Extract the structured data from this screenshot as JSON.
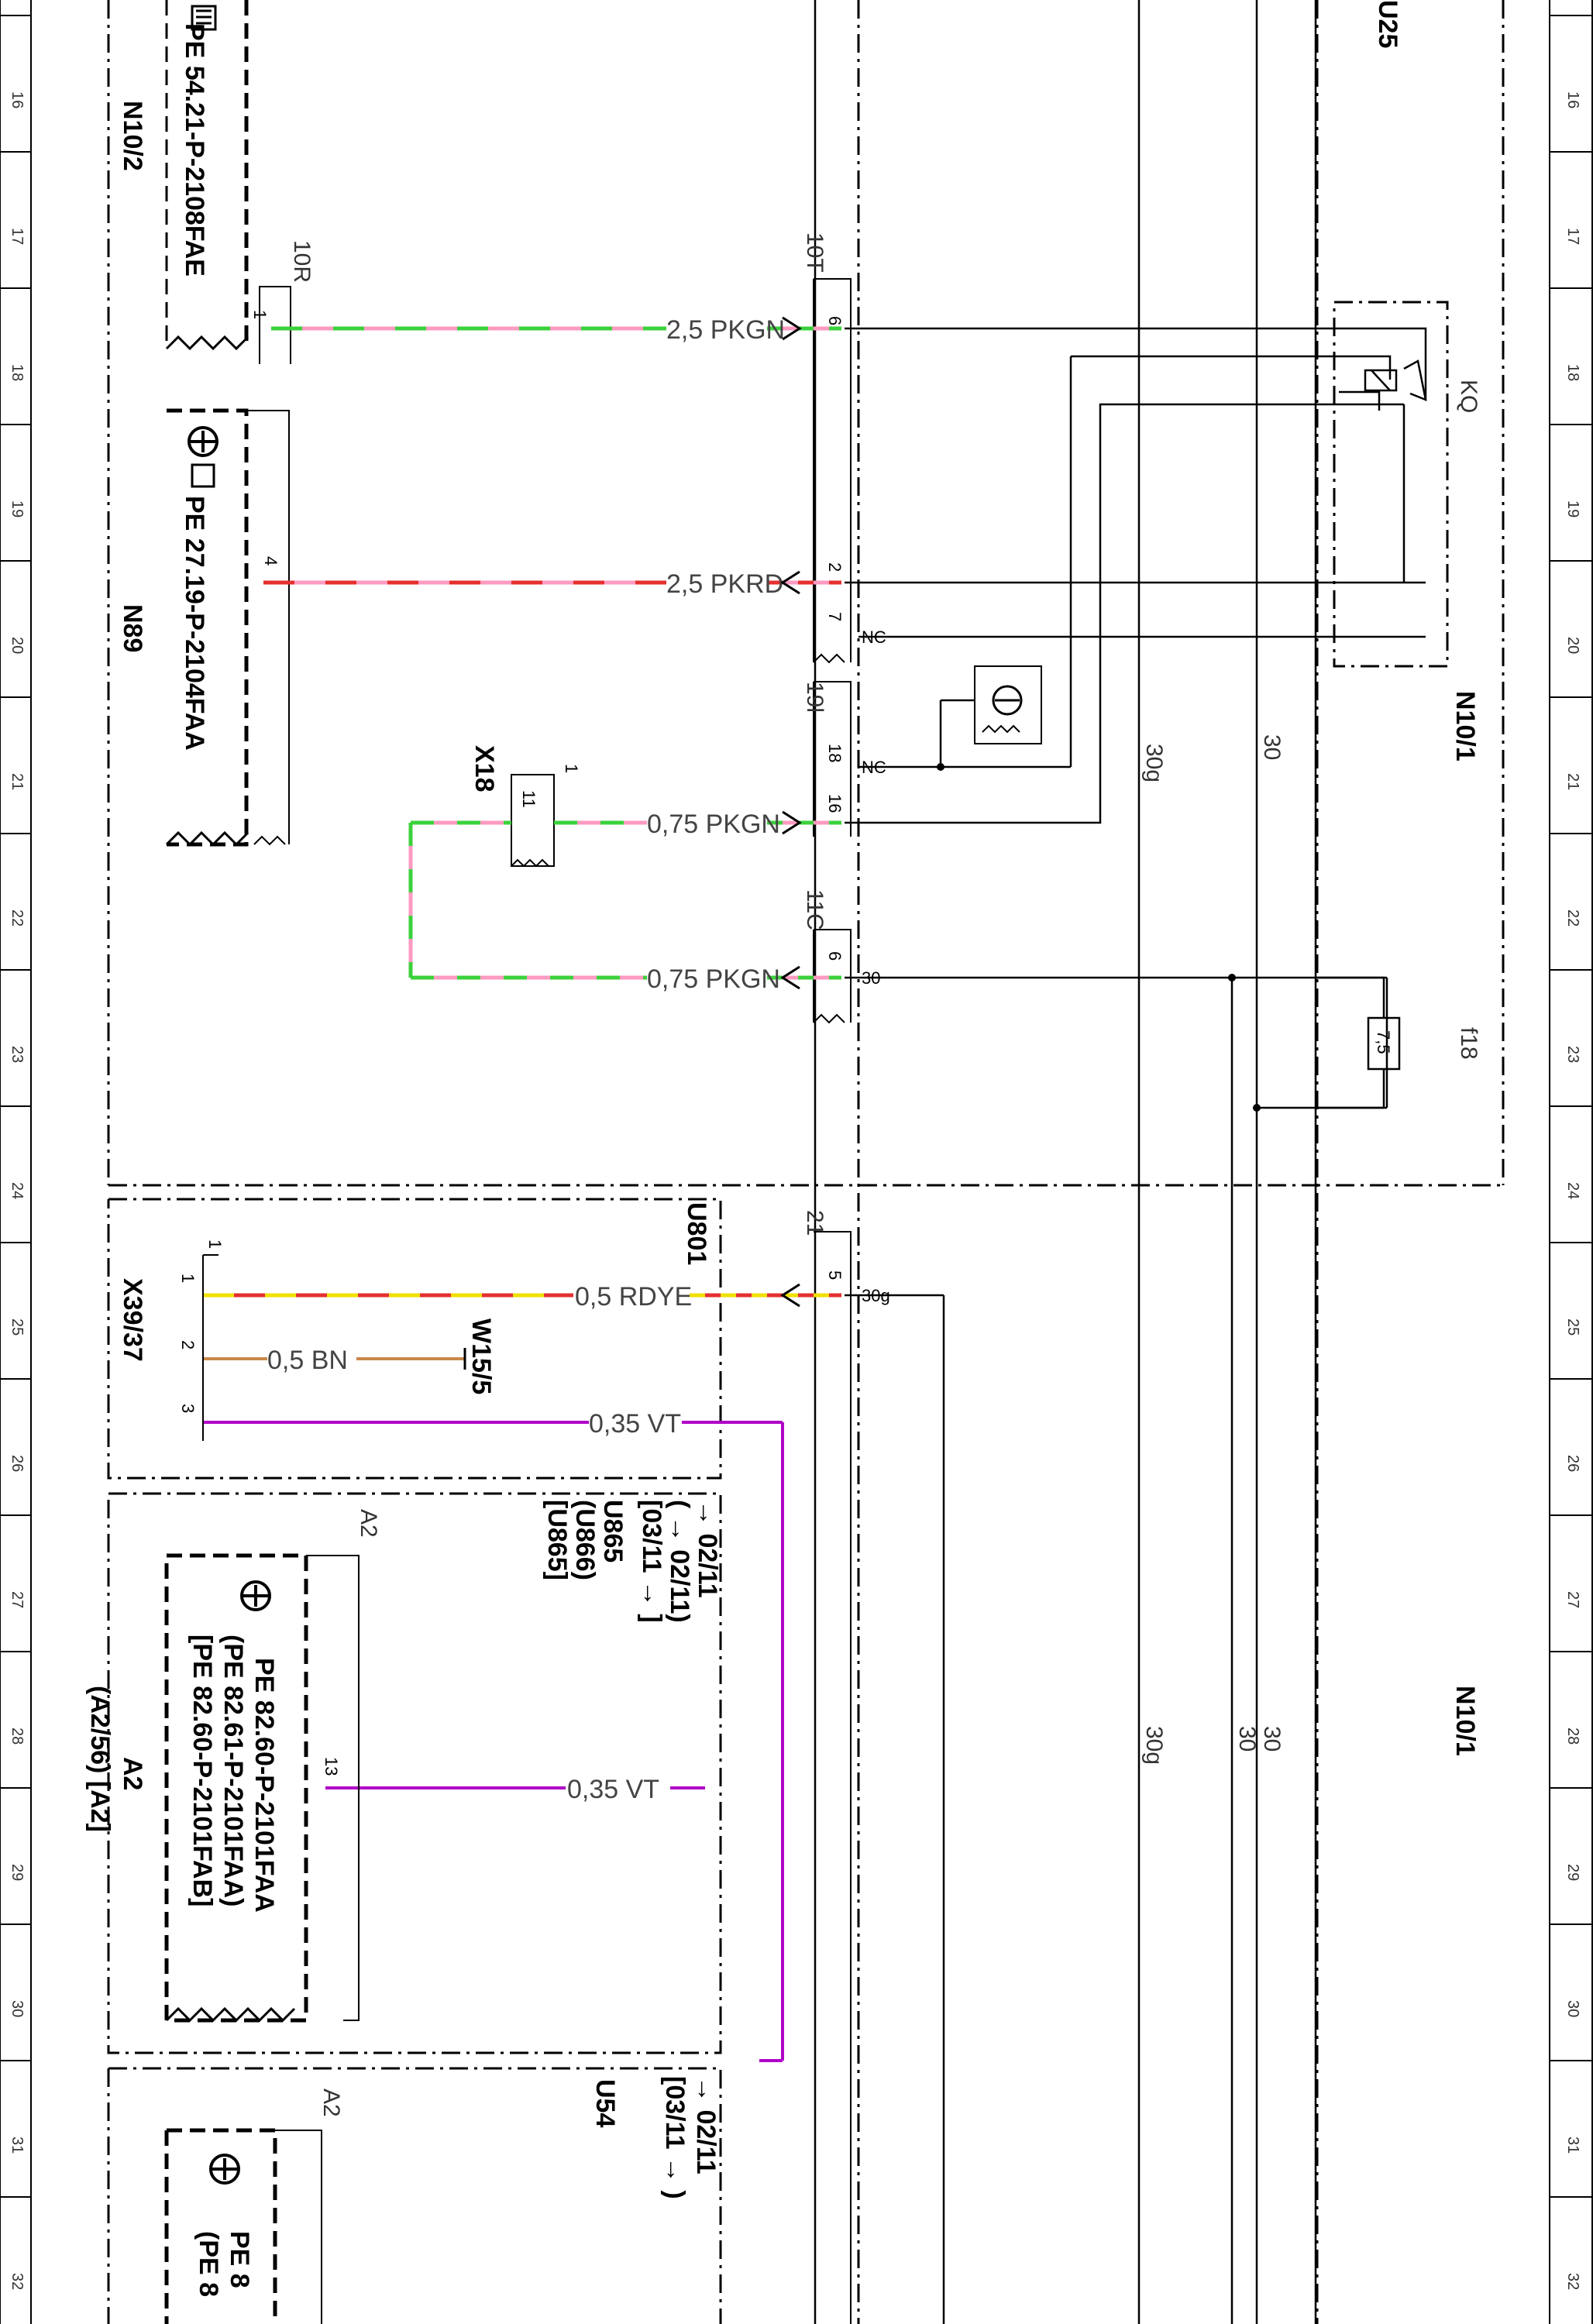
{
  "ruler_numbers": [
    "16",
    "17",
    "18",
    "19",
    "20",
    "21",
    "22",
    "23",
    "24",
    "25",
    "26",
    "27",
    "28",
    "29",
    "30",
    "31",
    "32"
  ],
  "components": {
    "n10_2": {
      "ref": "N10/2",
      "doc": "PE 54.21-P-2108FAE",
      "connector": "10R",
      "pin": "1"
    },
    "n89": {
      "ref": "N89",
      "doc": "PE 27.19-P-2104FAA",
      "pin": "4"
    },
    "x18": {
      "ref": "X18",
      "pin": "11",
      "lead": "1"
    },
    "connector_10t": {
      "ref": "10T",
      "pins": [
        "6",
        "2",
        "7"
      ]
    },
    "connector_19l": {
      "ref": "19l",
      "pins": [
        "18",
        "16"
      ]
    },
    "connector_11c": {
      "ref": "11C",
      "pin": "6"
    },
    "connector_21": {
      "ref": "21",
      "pin": "5"
    },
    "n10_1": {
      "ref": "N10/1",
      "ref_lower": "N10/1",
      "relay": "KQ",
      "fuse": "f18",
      "fuse_rating": "7,5",
      "u25": "U25"
    },
    "u801": {
      "ref": "U801",
      "splice": "X39/37",
      "splice_pins": [
        "1",
        "2",
        "3"
      ],
      "lead": "1",
      "ground": "W15/5"
    },
    "a2": {
      "ref": "A2",
      "ref_alt": "(A2/56) [A2]",
      "lead": "A2",
      "pin": "13",
      "docs": [
        "PE 82.60-P-2101FAA",
        "(PE 82.61-P-2101FAA)",
        "[PE 82.60-P-2101FAB]"
      ],
      "codes": [
        "→ 02/11",
        "( → 02/11)",
        "[03/11 → ]",
        "U865",
        "(U866)",
        "[U865]"
      ]
    },
    "u54": {
      "ref": "U54",
      "lead": "A2",
      "codes": [
        "→ 02/11",
        "[03/11 → )"
      ],
      "docs": [
        "PE 8",
        "(PE 8"
      ]
    }
  },
  "wires": [
    {
      "id": "w1",
      "label": "2,5 PKGN",
      "colors": [
        "#ff9ac0",
        "#3bd13b"
      ]
    },
    {
      "id": "w2",
      "label": "2,5 PKRD",
      "colors": [
        "#ff9ac0",
        "#e53030"
      ]
    },
    {
      "id": "w3",
      "label": "0,75 PKGN",
      "colors": [
        "#ff9ac0",
        "#3bd13b"
      ]
    },
    {
      "id": "w4",
      "label": "0,75 PKGN",
      "colors": [
        "#ff9ac0",
        "#3bd13b"
      ]
    },
    {
      "id": "w5",
      "label": "0,5 RDYE",
      "colors": [
        "#e53030",
        "#f0e000"
      ]
    },
    {
      "id": "w6",
      "label": "0,5 BN",
      "colors": [
        "#c8874a"
      ]
    },
    {
      "id": "w7",
      "label": "0,35 VT",
      "colors": [
        "#b000c8"
      ]
    },
    {
      "id": "w8",
      "label": "0,35 VT",
      "colors": [
        "#b000c8"
      ]
    }
  ],
  "terminals": {
    "nc": "NC",
    "t30": "30",
    "t30g": "30g"
  },
  "bus_labels": [
    "30g",
    "30",
    "30g",
    "30",
    "30"
  ]
}
